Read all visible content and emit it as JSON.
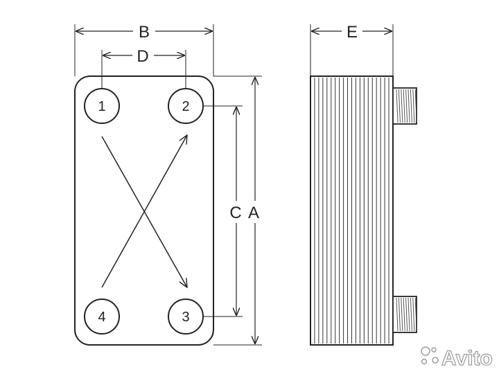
{
  "dimensions": {
    "a": "A",
    "b": "B",
    "c": "C",
    "d": "D",
    "e": "E"
  },
  "ports": [
    "1",
    "2",
    "3",
    "4"
  ],
  "watermark": {
    "text": "Avito"
  },
  "colors": {
    "stroke": "#222222",
    "background": "#ffffff",
    "watermark": "#9a9a9a"
  }
}
